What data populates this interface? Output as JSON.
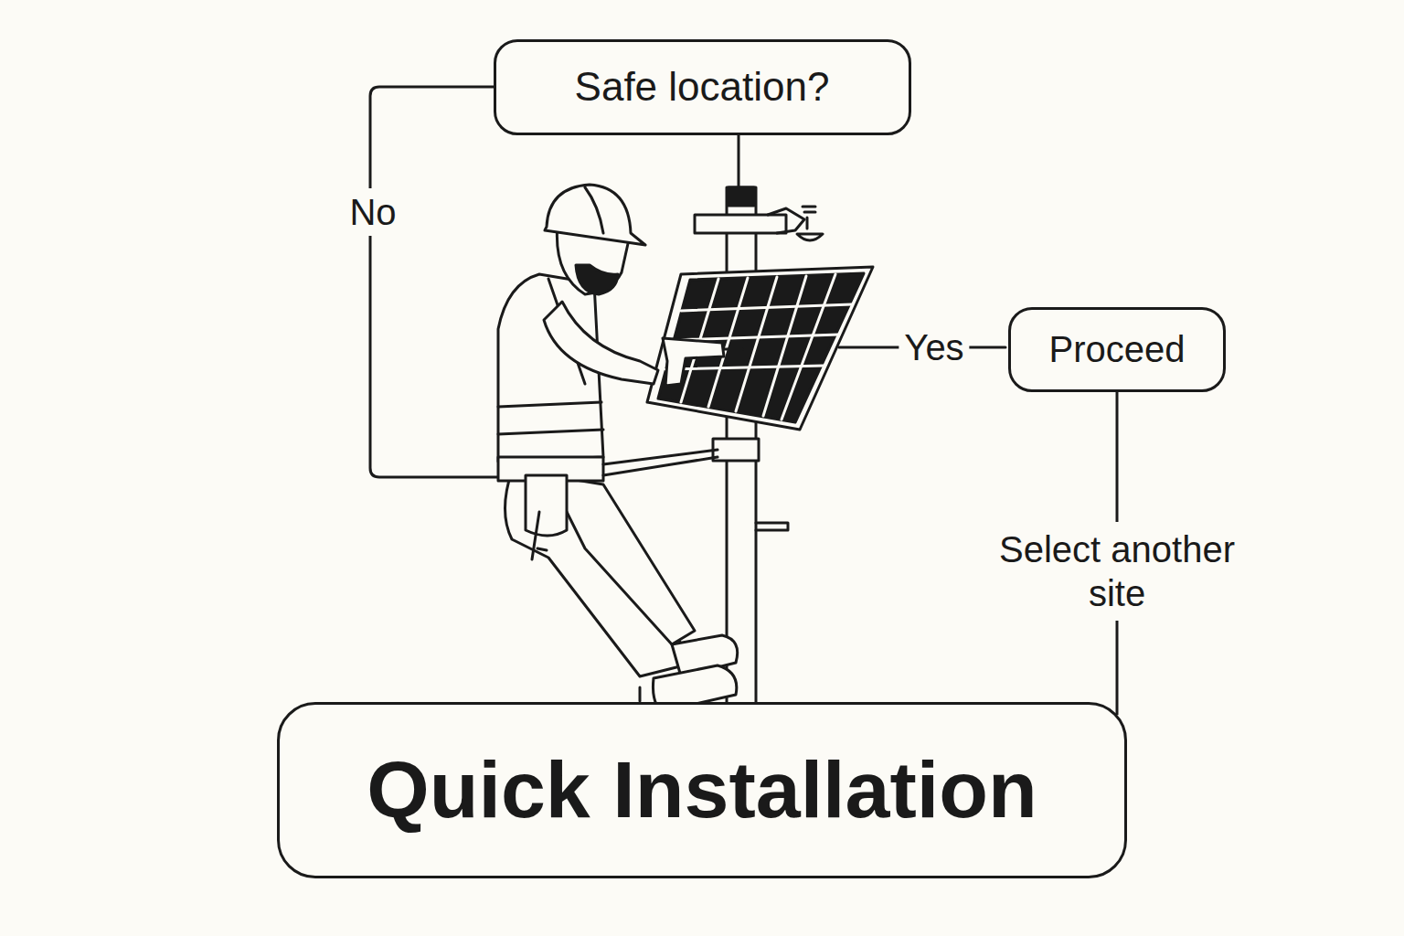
{
  "diagram": {
    "nodes": [
      {
        "text": [
          "Safe location?"
        ]
      },
      {
        "text": [
          "Proceed"
        ]
      },
      {
        "text": [
          "Quick Installation"
        ]
      }
    ],
    "edges": [
      {
        "from": 1,
        "to": 2,
        "arrow": "none",
        "label": "Select another site"
      }
    ],
    "labels": [
      "No",
      "Yes"
    ]
  }
}
